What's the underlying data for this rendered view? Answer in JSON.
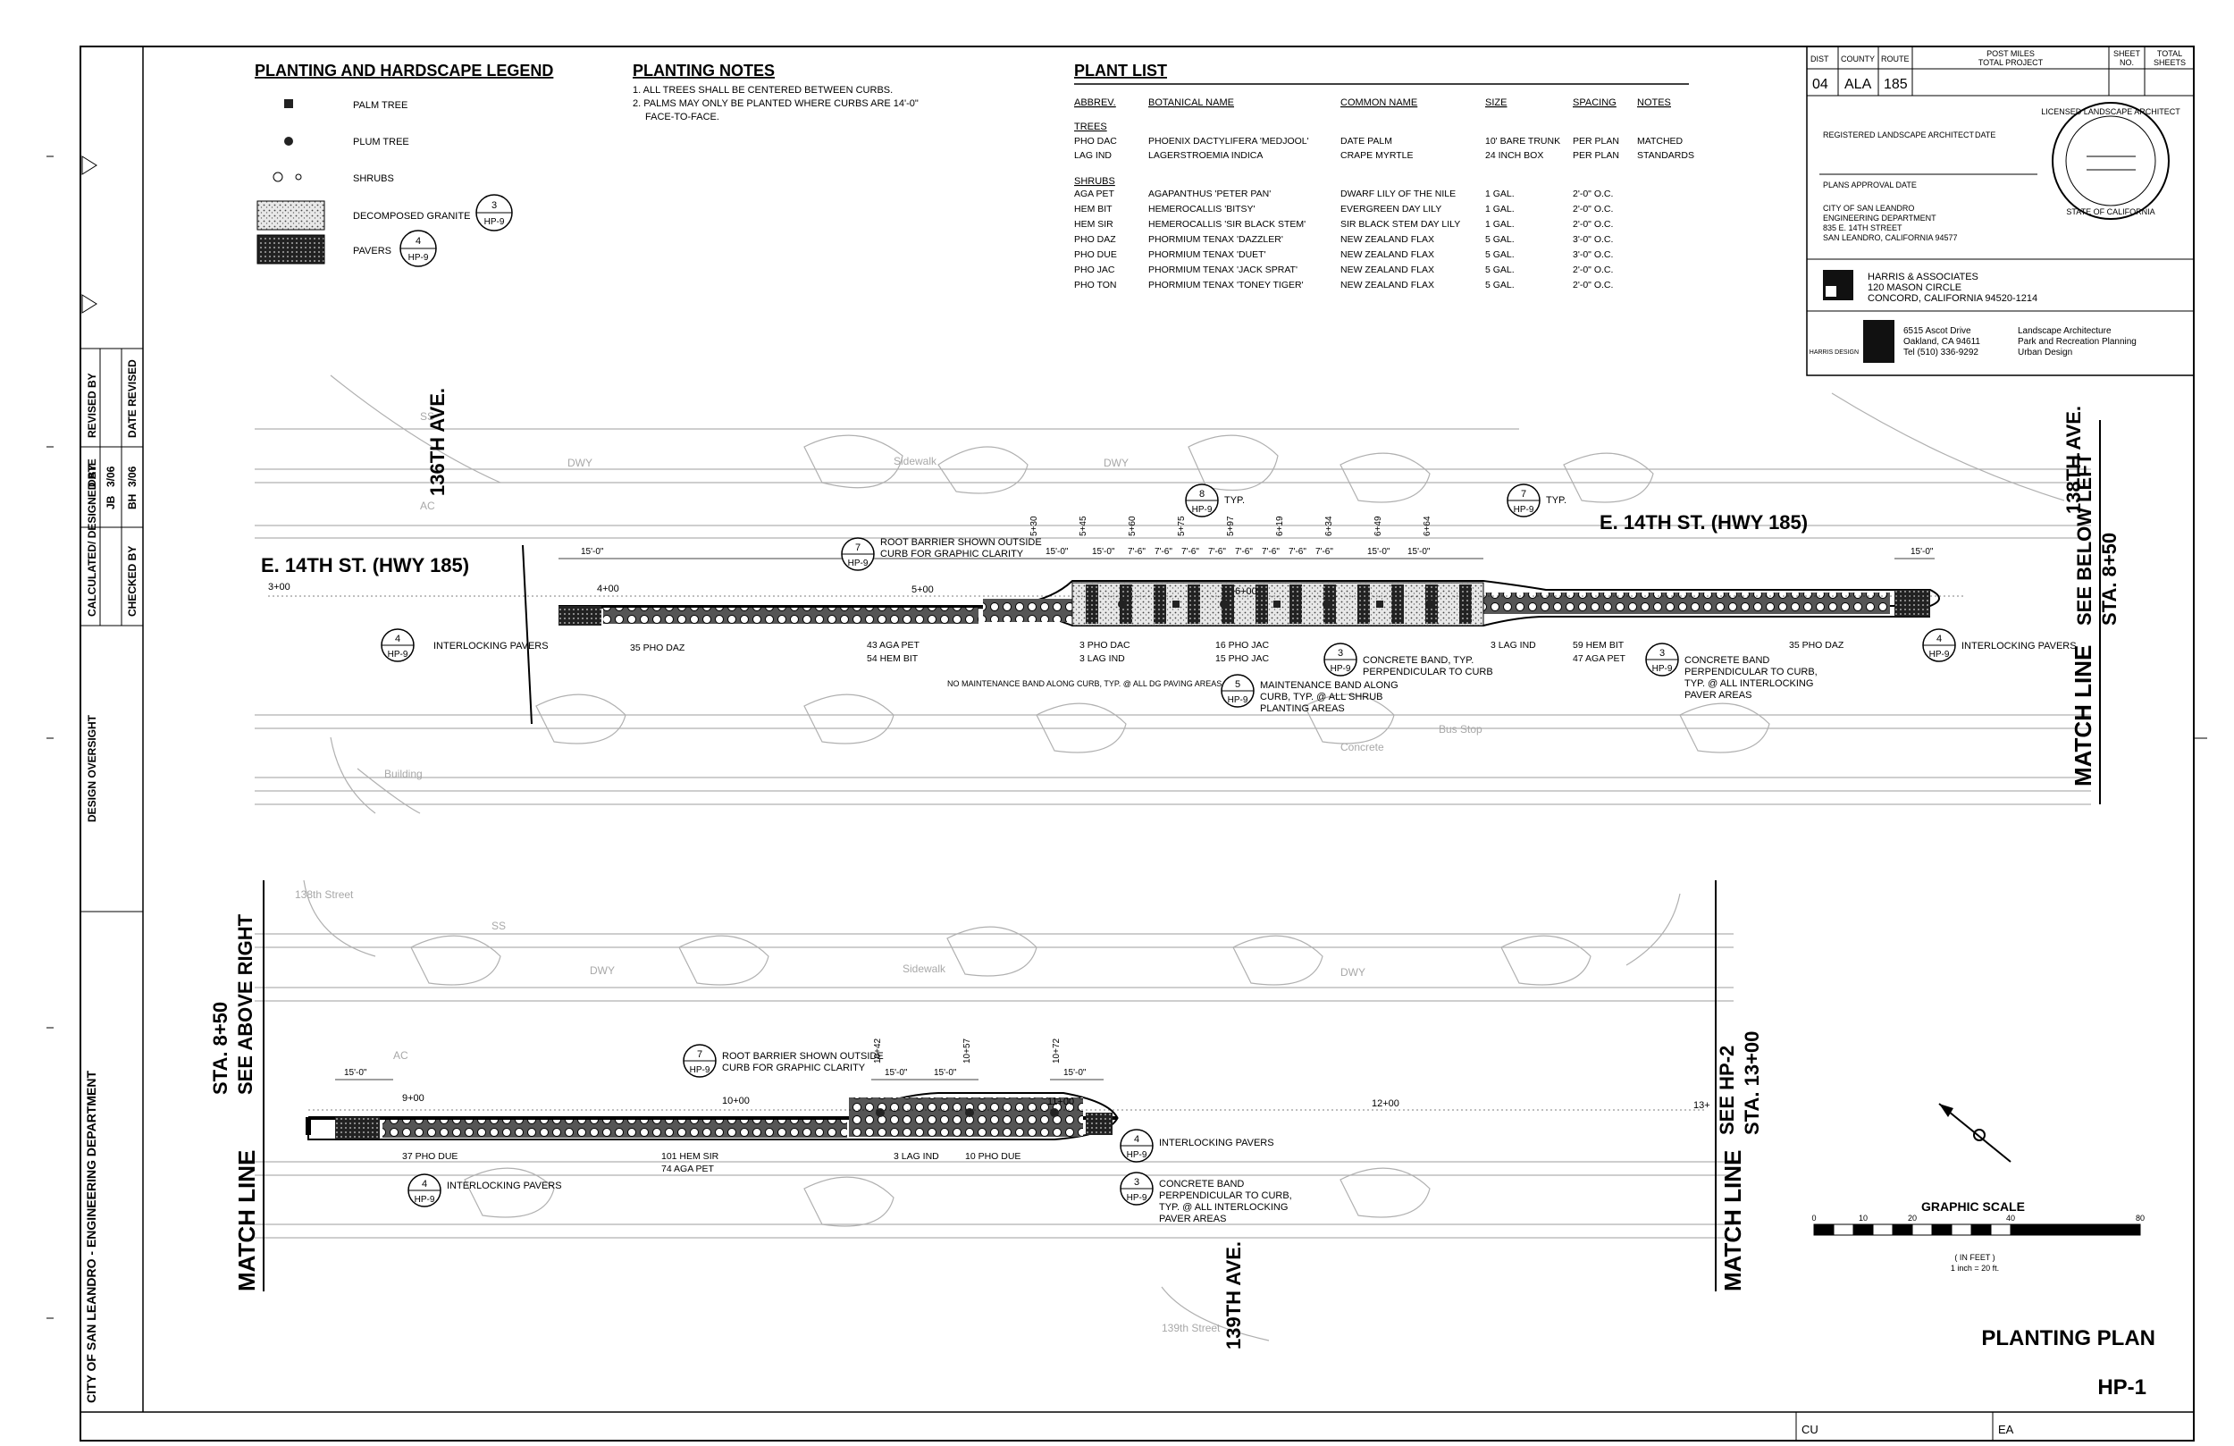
{
  "legend": {
    "title": "PLANTING AND HARDSCAPE LEGEND",
    "items": [
      "PALM TREE",
      "PLUM TREE",
      "SHRUBS",
      "DECOMPOSED GRANITE",
      "PAVERS"
    ],
    "dg_callout": {
      "num": "3",
      "ref": "HP-9"
    },
    "pavers_callout": {
      "num": "4",
      "ref": "HP-9"
    }
  },
  "notes": {
    "title": "PLANTING NOTES",
    "line1": "1. ALL TREES SHALL BE CENTERED BETWEEN CURBS.",
    "line2": "2. PALMS MAY ONLY BE PLANTED WHERE CURBS ARE 14'-0\"",
    "line3": "FACE-TO-FACE."
  },
  "plant_list": {
    "title": "PLANT LIST",
    "headers": [
      "ABBREV.",
      "BOTANICAL NAME",
      "COMMON NAME",
      "SIZE",
      "SPACING",
      "NOTES"
    ],
    "trees_label": "TREES",
    "shrubs_label": "SHRUBS",
    "trees": [
      [
        "PHO DAC",
        "PHOENIX DACTYLIFERA 'MEDJOOL'",
        "DATE PALM",
        "10' BARE TRUNK",
        "PER PLAN",
        "MATCHED"
      ],
      [
        "LAG IND",
        "LAGERSTROEMIA INDICA",
        "CRAPE MYRTLE",
        "24 INCH BOX",
        "PER PLAN",
        "STANDARDS"
      ]
    ],
    "shrubs": [
      [
        "AGA PET",
        "AGAPANTHUS 'PETER PAN'",
        "DWARF LILY OF THE NILE",
        "1 GAL.",
        "2'-0\" O.C."
      ],
      [
        "HEM BIT",
        "HEMEROCALLIS 'BITSY'",
        "EVERGREEN DAY LILY",
        "1 GAL.",
        "2'-0\" O.C."
      ],
      [
        "HEM SIR",
        "HEMEROCALLIS 'SIR BLACK STEM'",
        "SIR BLACK STEM DAY LILY",
        "1 GAL.",
        "2'-0\" O.C."
      ],
      [
        "PHO DAZ",
        "PHORMIUM TENAX 'DAZZLER'",
        "NEW ZEALAND FLAX",
        "5 GAL.",
        "3'-0\" O.C."
      ],
      [
        "PHO DUE",
        "PHORMIUM TENAX 'DUET'",
        "NEW ZEALAND FLAX",
        "5 GAL.",
        "3'-0\" O.C."
      ],
      [
        "PHO JAC",
        "PHORMIUM TENAX 'JACK SPRAT'",
        "NEW ZEALAND FLAX",
        "5 GAL.",
        "2'-0\" O.C."
      ],
      [
        "PHO TON",
        "PHORMIUM TENAX 'TONEY TIGER'",
        "NEW ZEALAND FLAX",
        "5 GAL.",
        "2'-0\" O.C."
      ]
    ]
  },
  "title_block": {
    "headers": [
      "DIST",
      "COUNTY",
      "ROUTE",
      "POST MILES",
      "TOTAL PROJECT",
      "SHEET",
      "NO.",
      "TOTAL",
      "SHEETS"
    ],
    "values": [
      "04",
      "ALA",
      "185"
    ],
    "registered": "REGISTERED LANDSCAPE ARCHITECT",
    "date": "DATE",
    "plans_approval": "PLANS APPROVAL DATE",
    "city": [
      "CITY OF SAN LEANDRO",
      "ENGINEERING DEPARTMENT",
      "835 E. 14TH STREET",
      "SAN LEANDRO, CALIFORNIA 94577"
    ],
    "harris": [
      "HARRIS & ASSOCIATES",
      "120 MASON CIRCLE",
      "CONCORD, CALIFORNIA 94520-1214"
    ],
    "design_addr": [
      "6515 Ascot Drive",
      "Oakland, CA 94611",
      "Tel (510) 336-9292"
    ],
    "design_services": [
      "Landscape Architecture",
      "Park and Recreation Planning",
      "Urban Design"
    ],
    "harris_design": "HARRIS DESIGN",
    "seal_top": "LICENSED LANDSCAPE ARCHITECT",
    "seal_bottom": "STATE OF CALIFORNIA"
  },
  "left_strip": {
    "revised_by": "REVISED BY",
    "date_revised": "DATE REVISED",
    "date": "DATE",
    "date1": "3/06",
    "date2": "3/06",
    "calculated": "CALCULATED/ DESIGNED BY",
    "checked": "CHECKED BY",
    "jb": "JB",
    "bh": "BH",
    "design_oversight": "DESIGN OVERSIGHT",
    "dept": "CITY OF SAN LEANDRO - ENGINEERING DEPARTMENT"
  },
  "top_plan": {
    "street_left": "E. 14TH ST. (HWY 185)",
    "street_right": "E. 14TH ST. (HWY 185)",
    "ave_left": "136TH AVE.",
    "ave_right": "138TH AVE.",
    "match_line": "MATCH LINE",
    "match_sta": "SEE BELOW LEFT",
    "match_sta2": "STA. 8+50",
    "stations": [
      "3+00",
      "4+00",
      "5+00",
      "6+00"
    ],
    "dims": [
      "15'-0\"",
      "15'-0\"",
      "15'-0\"",
      "7'-6\"",
      "7'-6\"",
      "7'-6\"",
      "7'-6\"",
      "7'-6\"",
      "7'-6\"",
      "7'-6\"",
      "7'-6\"",
      "15'-0\"",
      "15'-0\""
    ],
    "tree_tags": [
      "5+30",
      "5+45",
      "5+60",
      "5+75",
      "5+97",
      "6+19",
      "6+34",
      "6+49",
      "6+64"
    ],
    "callouts": [
      {
        "num": "4",
        "ref": "HP-9",
        "text": "INTERLOCKING PAVERS"
      },
      {
        "num": "7",
        "ref": "HP-9",
        "text": "ROOT BARRIER SHOWN OUTSIDE CURB FOR GRAPHIC CLARITY"
      },
      {
        "num": "8",
        "ref": "HP-9",
        "text": "TYP."
      },
      {
        "num": "7",
        "ref": "HP-9",
        "text": "TYP."
      },
      {
        "num": "3",
        "ref": "HP-9",
        "text": "CONCRETE BAND, TYP. PERPENDICULAR TO CURB"
      },
      {
        "num": "5",
        "ref": "HP-9",
        "text": "MAINTENANCE BAND ALONG CURB, TYP. @ ALL SHRUB PLANTING AREAS"
      },
      {
        "num": "3",
        "ref": "HP-9",
        "text": "CONCRETE BAND PERPENDICULAR TO CURB, TYP. @ ALL INTERLOCKING PAVER AREAS"
      },
      {
        "num": "4",
        "ref": "HP-9",
        "text": "INTERLOCKING PAVERS"
      }
    ],
    "plant_labels": [
      "35 PHO DAZ",
      "43 AGA PET",
      "54 HEM BIT",
      "3 PHO DAC",
      "3 LAG IND",
      "16 PHO JAC",
      "15 PHO JAC",
      "3 LAG IND",
      "59 HEM BIT",
      "47 AGA PET",
      "35 PHO DAZ"
    ],
    "dg_note": "NO MAINTENANCE BAND ALONG CURB, TYP. @ ALL DG PAVING AREAS",
    "bg_labels": [
      "DWY",
      "Sidewalk",
      "DWY",
      "AC",
      "SS",
      "Building",
      "Bus Stop",
      "Concrete"
    ]
  },
  "bottom_plan": {
    "match_line_left": "MATCH LINE",
    "sta_left": "STA. 8+50",
    "see_left": "SEE ABOVE RIGHT",
    "match_line_right": "MATCH LINE",
    "see_right": "SEE HP-2",
    "sta_right": "STA. 13+00",
    "ave": "139TH AVE.",
    "stations": [
      "9+00",
      "10+00",
      "11+00",
      "12+00",
      "13+"
    ],
    "dims": [
      "15'-0\"",
      "15'-0\"",
      "15'-0\"",
      "15'-0\""
    ],
    "tree_tags": [
      "10+42",
      "10+57",
      "10+72"
    ],
    "callouts": [
      {
        "num": "7",
        "ref": "HP-9",
        "text": "ROOT BARRIER SHOWN OUTSIDE CURB FOR GRAPHIC CLARITY"
      },
      {
        "num": "4",
        "ref": "HP-9",
        "text": "INTERLOCKING PAVERS"
      },
      {
        "num": "4",
        "ref": "HP-9",
        "text": "INTERLOCKING PAVERS"
      },
      {
        "num": "3",
        "ref": "HP-9",
        "text": "CONCRETE BAND PERPENDICULAR TO CURB, TYP. @ ALL INTERLOCKING PAVER AREAS"
      }
    ],
    "plant_labels": [
      "37 PHO DUE",
      "101 HEM SIR",
      "74 AGA PET",
      "3 LAG IND",
      "10 PHO DUE"
    ],
    "bg_labels": [
      "DWY",
      "Sidewalk",
      "DWY",
      "AC",
      "SS",
      "138th Street",
      "139th Street"
    ]
  },
  "scale": {
    "title": "GRAPHIC SCALE",
    "ticks": [
      "0",
      "10",
      "20",
      "40",
      "80"
    ],
    "unit": "( IN FEET )",
    "ratio": "1 inch = 20 ft."
  },
  "sheet": {
    "title": "PLANTING PLAN",
    "number": "HP-1",
    "cu": "CU",
    "ea": "EA"
  }
}
